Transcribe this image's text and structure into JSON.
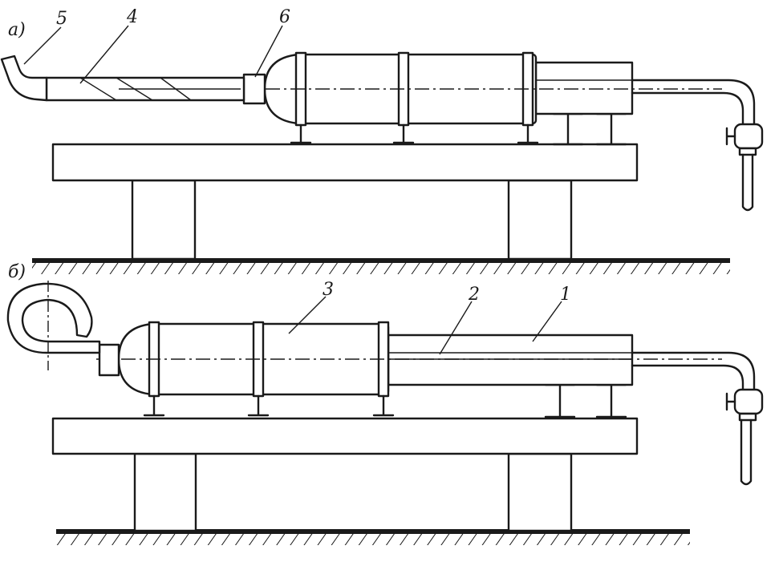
{
  "panels": [
    {
      "key": "a",
      "label": "a)"
    },
    {
      "key": "b",
      "label": "б)"
    }
  ],
  "callouts": [
    {
      "key": "1",
      "text": "1"
    },
    {
      "key": "2",
      "text": "2"
    },
    {
      "key": "3",
      "text": "3"
    },
    {
      "key": "4",
      "text": "4"
    },
    {
      "key": "5",
      "text": "5"
    },
    {
      "key": "6",
      "text": "6"
    }
  ],
  "colors": {
    "ink": "#1a1a1a",
    "paper": "#ffffff"
  }
}
